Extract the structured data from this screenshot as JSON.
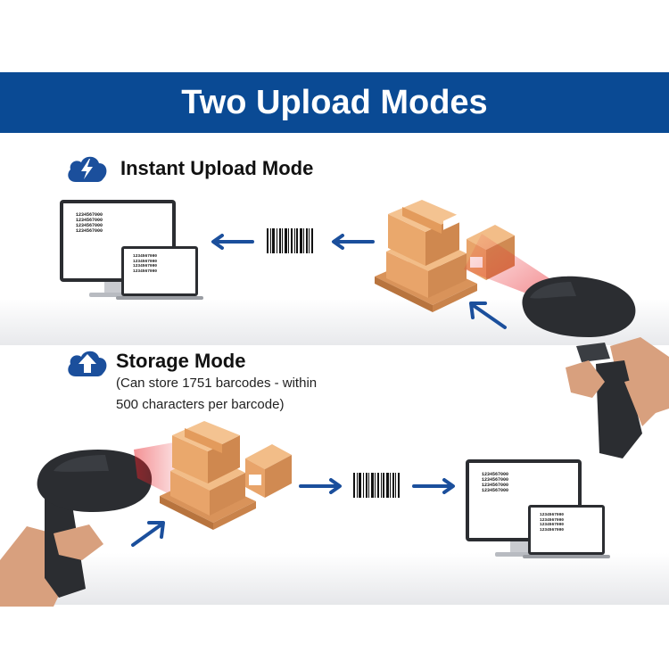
{
  "header": {
    "title": "Two Upload Modes"
  },
  "instant": {
    "title": "Instant Upload Mode",
    "icon": "cloud-lightning-icon"
  },
  "storage": {
    "title": "Storage Mode",
    "note_line1": "(Can store 1751 barcodes - within",
    "note_line2": "500 characters per barcode)",
    "icon": "cloud-upload-icon"
  },
  "screen_text": {
    "code": "1234567000"
  },
  "colors": {
    "banner": "#0a4a94",
    "arrow": "#1b4f9c",
    "box": "#e8a46a",
    "scanner": "#2b2d31",
    "laser": "#e8232a"
  }
}
